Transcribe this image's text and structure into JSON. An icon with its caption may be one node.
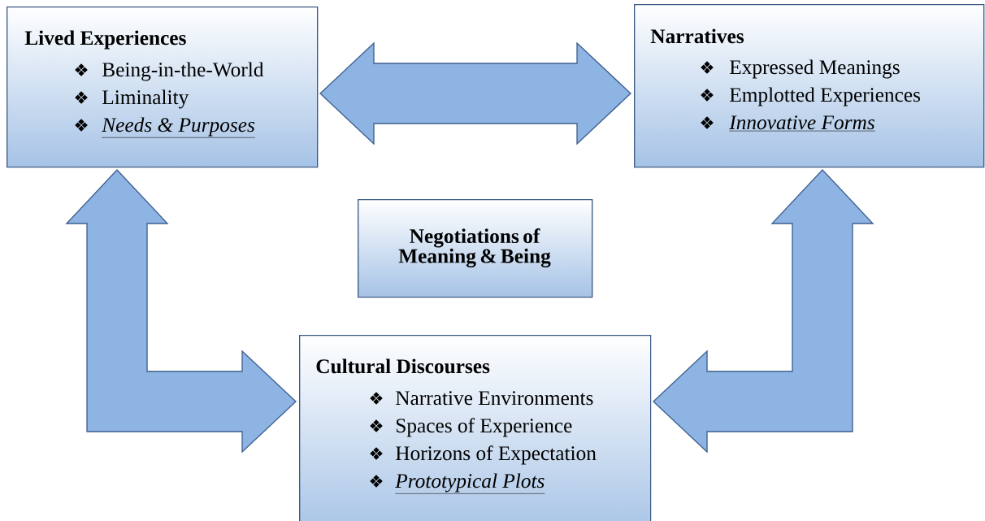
{
  "diagram": {
    "nodes": [
      {
        "text": [
          "Lived Experiences",
          "Being-in-the-World",
          "Liminality",
          "Needs & Purposes"
        ]
      },
      {
        "text": [
          "Narratives",
          "Expressed Meanings",
          "Emplotted Experiences",
          "Innovative Forms"
        ]
      },
      {
        "text": [
          "Negotiations of Meaning & Being"
        ]
      },
      {
        "text": [
          "Cultural Discourses",
          "Narrative Environments",
          "Spaces of Experience",
          "Horizons of Expectation",
          "Prototypical Plots"
        ]
      }
    ],
    "edges": [
      {
        "from": 0,
        "to": 1,
        "arrow": "both"
      },
      {
        "from": 0,
        "to": 3,
        "arrow": "both"
      },
      {
        "from": 3,
        "to": 1,
        "arrow": "both"
      }
    ]
  }
}
